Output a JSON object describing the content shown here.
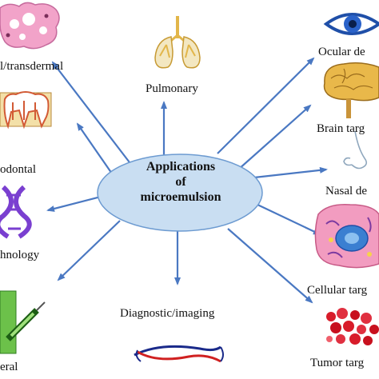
{
  "center": {
    "line1": "Applications",
    "line2": "of",
    "line3": "microemulsion"
  },
  "labels": {
    "topical": "l/transdermal",
    "pulmonary": "Pulmonary",
    "ocular": "Ocular de",
    "brain": "Brain targ",
    "periodontal": "odontal",
    "nasal": "Nasal de",
    "biotech": "hnology",
    "cellular": "Cellular targ",
    "diagnostic": "Diagnostic/imaging",
    "parenteral": "eral",
    "tumor": "Tumor targ"
  },
  "colors": {
    "arrow": "#4a78c2",
    "ellipse_fill": "#c9def2",
    "ellipse_stroke": "#6d9bd1"
  },
  "icons": [
    "skin-cells-icon",
    "lungs-icon",
    "eye-icon",
    "brain-icon",
    "tooth-icon",
    "nose-icon",
    "dna-icon",
    "cell-icon",
    "syringe-icon",
    "body-scan-icon",
    "tumor-cells-icon"
  ]
}
